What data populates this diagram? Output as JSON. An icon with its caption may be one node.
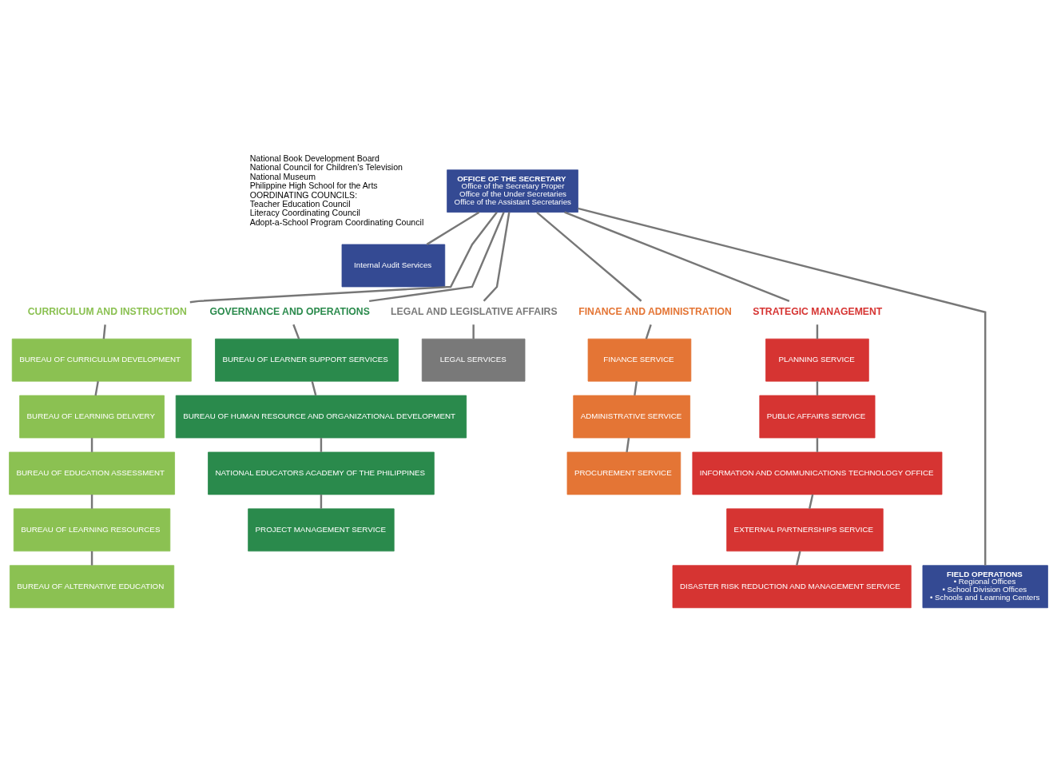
{
  "diagram": {
    "nodes": [
      {
        "text": [
          "OFFICE OF THE SECRETARY",
          "Office of the Secretary Proper",
          "Office of the Under Secretaries",
          "Office of the Assistant Secretaries"
        ]
      },
      {
        "text": [
          "Internal Audit Services"
        ]
      },
      {
        "text": [
          "CURRICULUM AND INSTRUCTION"
        ]
      },
      {
        "text": [
          "BUREAU OF CURRICULUM DEVELOPMENT"
        ]
      },
      {
        "text": [
          "BUREAU OF LEARNING DELIVERY"
        ]
      },
      {
        "text": [
          "BUREAU OF EDUCATION ASSESSMENT"
        ]
      },
      {
        "text": [
          "BUREAU OF LEARNING RESOURCES"
        ]
      },
      {
        "text": [
          "BUREAU OF ALTERNATIVE EDUCATION"
        ]
      },
      {
        "text": [
          "GOVERNANCE AND OPERATIONS"
        ]
      },
      {
        "text": [
          "BUREAU OF LEARNER SUPPORT SERVICES"
        ]
      },
      {
        "text": [
          "BUREAU OF HUMAN RESOURCE AND ORGANIZATIONAL DEVELOPMENT"
        ]
      },
      {
        "text": [
          "NATIONAL EDUCATORS ACADEMY OF THE PHILIPPINES"
        ]
      },
      {
        "text": [
          "PROJECT MANAGEMENT SERVICE"
        ]
      },
      {
        "text": [
          "LEGAL AND LEGISLATIVE AFFAIRS"
        ]
      },
      {
        "text": [
          "LEGAL SERVICES"
        ]
      },
      {
        "text": [
          "FINANCE AND ADMINISTRATION"
        ]
      },
      {
        "text": [
          "FINANCE SERVICE"
        ]
      },
      {
        "text": [
          "ADMINISTRATIVE SERVICE"
        ]
      },
      {
        "text": [
          "PROCUREMENT SERVICE"
        ]
      },
      {
        "text": [
          "STRATEGIC MANAGEMENT"
        ]
      },
      {
        "text": [
          "PLANNING SERVICE"
        ]
      },
      {
        "text": [
          "PUBLIC AFFAIRS SERVICE"
        ]
      },
      {
        "text": [
          "INFORMATION AND COMMUNICATIONS TECHNOLOGY OFFICE"
        ]
      },
      {
        "text": [
          "EXTERNAL PARTNERSHIPS SERVICE"
        ]
      },
      {
        "text": [
          "DISASTER RISK REDUCTION AND MANAGEMENT SERVICE"
        ]
      },
      {
        "text": [
          "FIELD OPERATIONS",
          "• Regional Offices",
          "• School Division Offices",
          "• Schools and Learning Centers"
        ]
      }
    ],
    "edges": [
      {
        "from": 0,
        "to": 1,
        "arrow": "none"
      },
      {
        "from": 0,
        "to": 2,
        "arrow": "none"
      },
      {
        "from": 0,
        "to": 8,
        "arrow": "none"
      },
      {
        "from": 0,
        "to": 13,
        "arrow": "none"
      },
      {
        "from": 0,
        "to": 15,
        "arrow": "none"
      },
      {
        "from": 0,
        "to": 19,
        "arrow": "none"
      },
      {
        "from": 2,
        "to": 3,
        "arrow": "none"
      },
      {
        "from": 3,
        "to": 4,
        "arrow": "none"
      },
      {
        "from": 4,
        "to": 5,
        "arrow": "none"
      },
      {
        "from": 5,
        "to": 6,
        "arrow": "none"
      },
      {
        "from": 6,
        "to": 7,
        "arrow": "none"
      },
      {
        "from": 8,
        "to": 9,
        "arrow": "none"
      },
      {
        "from": 9,
        "to": 10,
        "arrow": "none"
      },
      {
        "from": 10,
        "to": 11,
        "arrow": "none"
      },
      {
        "from": 11,
        "to": 12,
        "arrow": "none"
      },
      {
        "from": 13,
        "to": 14,
        "arrow": "none"
      },
      {
        "from": 15,
        "to": 16,
        "arrow": "none"
      },
      {
        "from": 16,
        "to": 17,
        "arrow": "none"
      },
      {
        "from": 17,
        "to": 18,
        "arrow": "none"
      },
      {
        "from": 19,
        "to": 20,
        "arrow": "none"
      },
      {
        "from": 20,
        "to": 21,
        "arrow": "none"
      },
      {
        "from": 21,
        "to": 22,
        "arrow": "none"
      },
      {
        "from": 22,
        "to": 23,
        "arrow": "none"
      },
      {
        "from": 23,
        "to": 24,
        "arrow": "none"
      },
      {
        "from": 0,
        "to": 25,
        "arrow": "none"
      }
    ],
    "labels": [
      "National Book Development Board",
      "National Council for Children’s Television",
      "National Museum",
      "Philippine High School for the Arts",
      "OORDINATING COUNCILS:",
      "Teacher Education Council",
      "Literacy Coordinating Council",
      "Adopt-a-School Program Coordinating Council"
    ]
  }
}
